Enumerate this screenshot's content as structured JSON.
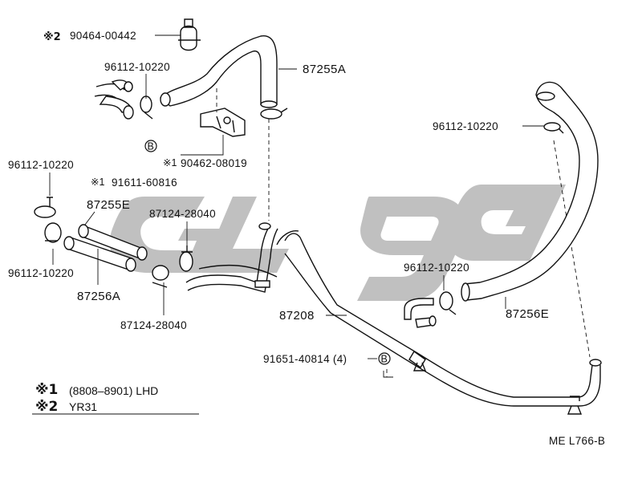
{
  "diagram": {
    "watermark": "GLSQ",
    "parts": {
      "clip_top": "90464-00442",
      "clip_top_mark": "※2",
      "hose_top": "87255A",
      "clamp_top_left": "96112-10220",
      "clamp_right": "96112-10220",
      "bracket_mark": "※1",
      "bracket": "90462-08019",
      "clamp_left_upper": "96112-10220",
      "clip_left": "91611-60816",
      "clip_left_mark": "※1",
      "hose_e": "87255E",
      "clamp_mid_upper": "87124-28040",
      "clamp_left_lower": "96112-10220",
      "hose_a": "87256A",
      "clamp_mid_lower": "87124-28040",
      "pipe": "87208",
      "clamp_right_lower": "96112-10220",
      "hose_right": "87256E",
      "bolt": "91651-40814 (4)",
      "ref_b": "B"
    },
    "notes": [
      {
        "mark": "※1",
        "num": "1",
        "text": "(8808–8901) LHD"
      },
      {
        "mark": "※2",
        "num": "2",
        "text": "YR31"
      }
    ],
    "figure_code": "ME L766-B"
  }
}
